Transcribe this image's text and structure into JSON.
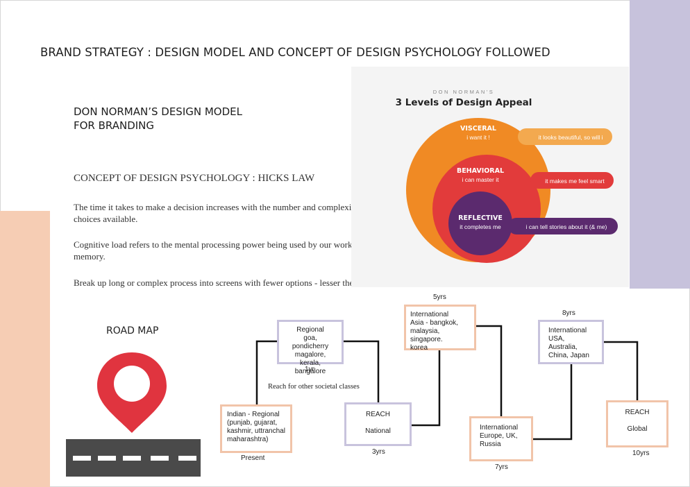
{
  "header": {
    "title": "BRAND STRATEGY : DESIGN MODEL AND CONCEPT OF DESIGN PSYCHOLOGY  FOLLOWED"
  },
  "model": {
    "title": "DON NORMAN’S DESIGN MODEL\nFOR BRANDING"
  },
  "hicks": {
    "title": "CONCEPT OF DESIGN PSYCHOLOGY : HICKS LAW",
    "p1": "The time it takes to make a decision increases with the number and complexity of choices available.",
    "p2": "Cognitive load refers to the mental processing power being used by our working memory.",
    "p3": "Break up long or complex process into screens with fewer options - lesser the load is better."
  },
  "appeal": {
    "kicker": "DON NORMAN'S",
    "title": "3 Levels of Design Appeal",
    "levels": [
      {
        "name": "VISCERAL",
        "sub": "i want it !",
        "quote": "it looks beautiful, so will i",
        "color": "#f08a24",
        "bar": "#f3a94f"
      },
      {
        "name": "BEHAVIORAL",
        "sub": "i can master it",
        "quote": "it makes me feel smart",
        "color": "#e23b3b",
        "bar": "#e23b3b"
      },
      {
        "name": "REFLECTIVE",
        "sub": "it completes me",
        "quote": "i can tell stories about it (& me)",
        "color": "#5b2a6e",
        "bar": "#5b2a6e"
      }
    ]
  },
  "roadmap": {
    "title": "ROAD MAP",
    "note": "Reach for other societal classes",
    "nodes": [
      {
        "text": "Indian - Regional\n(punjab, gujarat,\nkashmir, uttranchal\nmaharashtra)",
        "label": "Present"
      },
      {
        "text": "Regional\ngoa, pondicherry\nmagalore, kerala,\nbangalore",
        "label": "1yr"
      },
      {
        "text": "REACH\n\nNational",
        "label": "3yrs"
      },
      {
        "text": "International\nAsia - bangkok,\nmalaysia, singapore.\nkorea",
        "label": "5yrs"
      },
      {
        "text": "International\nEurope, UK,\nRussia",
        "label": "7yrs"
      },
      {
        "text": "International\nUSA, Australia,\nChina, Japan",
        "label": "8yrs"
      },
      {
        "text": "REACH\n\nGlobal",
        "label": "10yrs"
      }
    ]
  }
}
